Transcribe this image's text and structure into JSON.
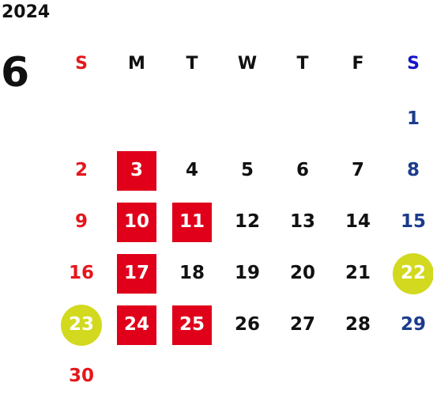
{
  "calendar": {
    "year": "2024",
    "month": "6",
    "weekdays": [
      {
        "label": "S",
        "color": "#e4171c"
      },
      {
        "label": "M",
        "color": "#111111"
      },
      {
        "label": "T",
        "color": "#111111"
      },
      {
        "label": "W",
        "color": "#111111"
      },
      {
        "label": "T",
        "color": "#111111"
      },
      {
        "label": "F",
        "color": "#111111"
      },
      {
        "label": "S",
        "color": "#1414c8"
      }
    ],
    "first_weekday_index": 6,
    "days_in_month": 30,
    "colors": {
      "sunday": "#e4171c",
      "saturday": "#1c3c8c",
      "weekday": "#111111",
      "box_bg": "#e0001a",
      "circle_bg": "#d2d91e"
    },
    "boxed_days": [
      "3",
      "10",
      "11",
      "17",
      "24",
      "25"
    ],
    "circled_days": [
      "22",
      "23"
    ]
  }
}
